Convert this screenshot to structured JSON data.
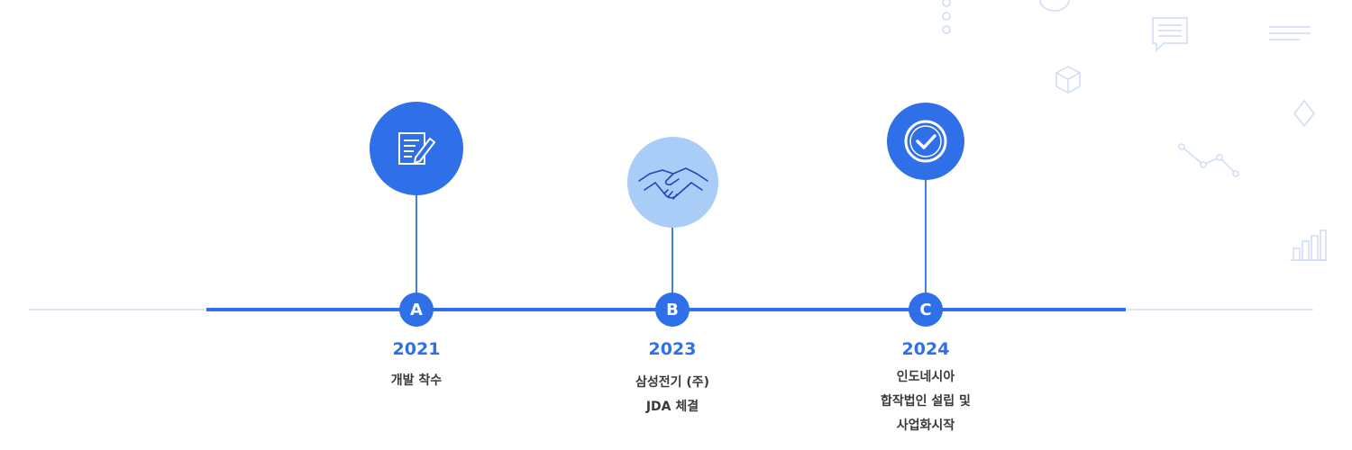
{
  "timeline": {
    "milestones": [
      {
        "letter": "A",
        "year": "2021",
        "icon": "document-edit-icon",
        "lines": [
          "개발 착수"
        ]
      },
      {
        "letter": "B",
        "year": "2023",
        "icon": "handshake-icon",
        "lines": [
          "삼성전기 (주)",
          "JDA 체결"
        ]
      },
      {
        "letter": "C",
        "year": "2024",
        "icon": "check-circle-icon",
        "lines": [
          "인도네시아",
          "합작법인 설립 및",
          "사업화시작"
        ]
      }
    ]
  },
  "colors": {
    "accent": "#2f6fe8",
    "accent_light": "#a9cdf7",
    "baseline": "#dde5f2",
    "text": "#3a3a3a",
    "deco": "#cfdcf4"
  },
  "decorations": [
    "dots-icon",
    "circle-outline-icon",
    "chat-bubble-icon",
    "lines-icon",
    "cube-icon",
    "diamond-icon",
    "line-chart-icon",
    "bar-chart-icon"
  ]
}
